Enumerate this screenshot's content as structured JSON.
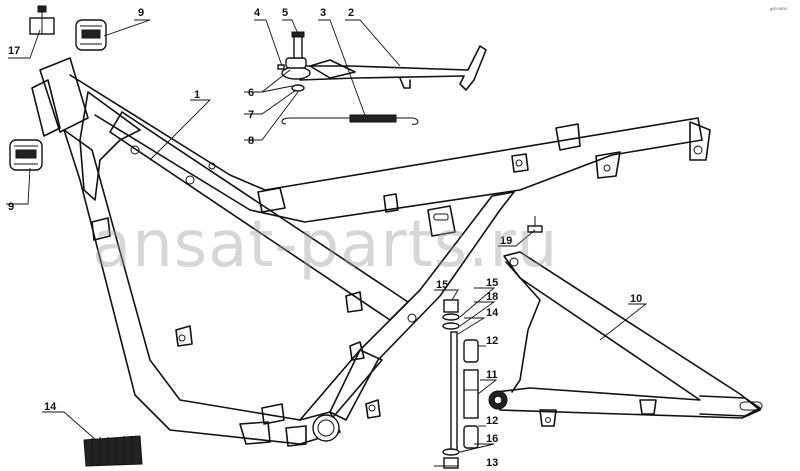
{
  "watermark": "ansat-parts.ru",
  "corner_code": "g00 0000",
  "callouts": [
    {
      "id": "c1",
      "text": "1"
    },
    {
      "id": "c2",
      "text": "2"
    },
    {
      "id": "c3",
      "text": "3"
    },
    {
      "id": "c4",
      "text": "4"
    },
    {
      "id": "c5",
      "text": "5"
    },
    {
      "id": "c6",
      "text": "6"
    },
    {
      "id": "c7",
      "text": "7"
    },
    {
      "id": "c8",
      "text": "8"
    },
    {
      "id": "c9a",
      "text": "9"
    },
    {
      "id": "c9b",
      "text": "9"
    },
    {
      "id": "c10",
      "text": "10"
    },
    {
      "id": "c11",
      "text": "11"
    },
    {
      "id": "c12a",
      "text": "12"
    },
    {
      "id": "c12b",
      "text": "12"
    },
    {
      "id": "c13",
      "text": "13"
    },
    {
      "id": "c14a",
      "text": "14"
    },
    {
      "id": "c14b",
      "text": "14"
    },
    {
      "id": "c15a",
      "text": "15"
    },
    {
      "id": "c15b",
      "text": "15"
    },
    {
      "id": "c16",
      "text": "16"
    },
    {
      "id": "c17",
      "text": "17"
    },
    {
      "id": "c18",
      "text": "18"
    },
    {
      "id": "c19",
      "text": "19"
    }
  ]
}
